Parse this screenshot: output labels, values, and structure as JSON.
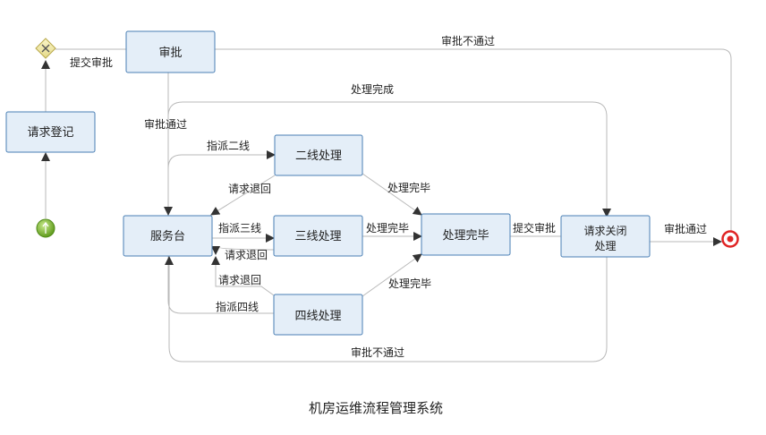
{
  "diagram": {
    "caption": "机房运维流程管理系统",
    "nodes": {
      "shenpi": "审批",
      "qingqiu_dengji": "请求登记",
      "fuwutai": "服务台",
      "erxian": "二线处理",
      "sanxian": "三线处理",
      "sixian": "四线处理",
      "chuli_wanbi": "处理完毕",
      "qingqiu_guanbi_1": "请求关闭",
      "qingqiu_guanbi_2": "处理"
    },
    "edges": {
      "tijiao_shenpi_1": "提交审批",
      "shenpi_butongguo_1": "审批不通过",
      "chuli_wancheng": "处理完成",
      "shenpi_tongguo_1": "审批通过",
      "zhipai_erxian": "指派二线",
      "qingqiu_tuihui_1": "请求退回",
      "chuli_wanbi_1": "处理完毕",
      "zhipai_sanxian": "指派三线",
      "chuli_wanbi_2": "处理完毕",
      "tijiao_shenpi_2": "提交审批",
      "shenpi_tongguo_2": "审批通过",
      "qingqiu_tuihui_2": "请求退回",
      "qingqiu_tuihui_3": "请求退回",
      "chuli_wanbi_3": "处理完毕",
      "zhipai_sixian": "指派四线",
      "shenpi_butongguo_2": "审批不通过"
    }
  }
}
